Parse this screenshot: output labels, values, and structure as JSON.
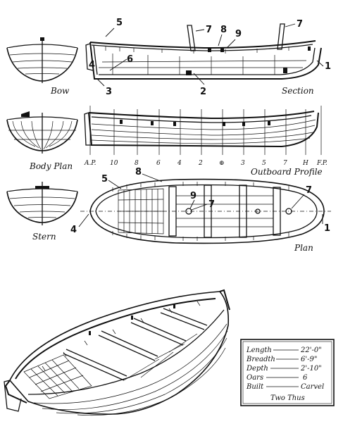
{
  "views": {
    "bow": "Bow",
    "body_plan": "Body Plan",
    "stern": "Stern",
    "section": "Section",
    "outboard_profile": "Outboard Profile",
    "plan": "Plan"
  },
  "stations": [
    "A.P.",
    "10",
    "8",
    "6",
    "4",
    "2",
    "⊕",
    "3",
    "5",
    "7",
    "H",
    "F.P."
  ],
  "section_callouts": [
    "5",
    "7",
    "8",
    "9",
    "7",
    "6",
    "4",
    "1",
    "3",
    "2"
  ],
  "plan_callouts": [
    "5",
    "8",
    "9",
    "7",
    "7",
    "4",
    "1"
  ],
  "specs": {
    "rows": [
      {
        "label": "Length",
        "value": "22'-0\""
      },
      {
        "label": "Breadth",
        "value": "6'-9\""
      },
      {
        "label": "Depth",
        "value": "2'-10\""
      },
      {
        "label": "Oars",
        "value": "6"
      },
      {
        "label": "Built",
        "value": "Carvel"
      }
    ],
    "footnote": "Two Thus"
  }
}
